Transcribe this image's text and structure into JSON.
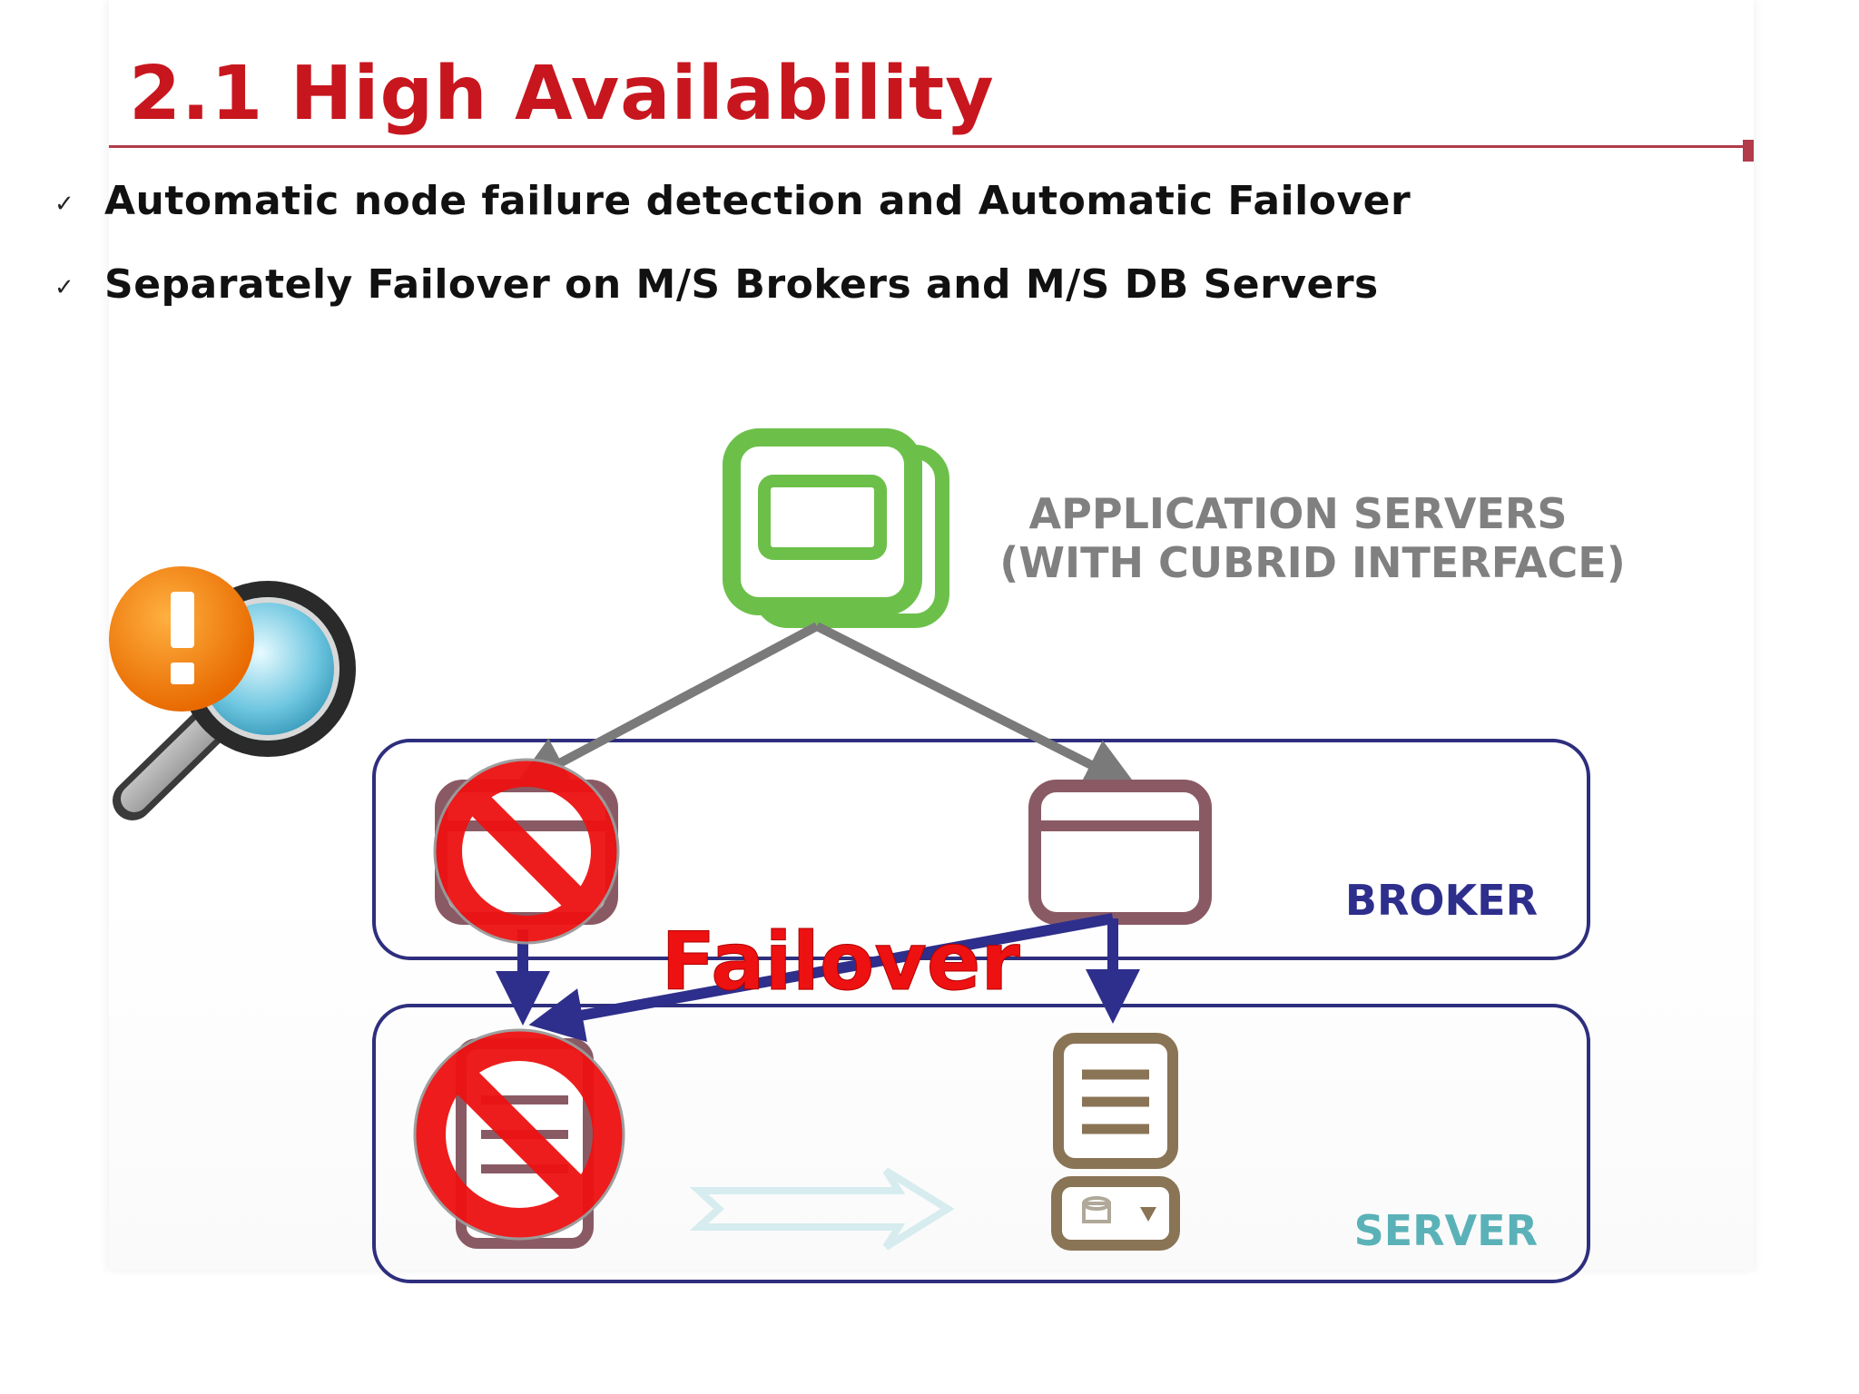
{
  "slide": {
    "title": "2.1 High Availability",
    "bullets": [
      "Automatic node failure detection and Automatic Failover",
      "Separately Failover on M/S Brokers and M/S DB Servers"
    ]
  },
  "diagram": {
    "app_label_line1": "APPLICATION SERVERS",
    "app_label_line2": "(WITH CUBRID INTERFACE)",
    "broker_label": "BROKER",
    "server_label": "SERVER",
    "failover_label": "Failover"
  },
  "colors": {
    "title": "#c8161e",
    "box_border": "#2e2e7e",
    "broker_label": "#2e2e8c",
    "server_label": "#5ab2b8",
    "app_label": "#808080",
    "app_icon": "#6cc04a",
    "broker_icon": "#8a5a64",
    "server_icon": "#8a7456",
    "failover_arrow": "#2e2e8c",
    "gray_arrow": "#7a7a7a",
    "prohibited": "#ee1111"
  }
}
